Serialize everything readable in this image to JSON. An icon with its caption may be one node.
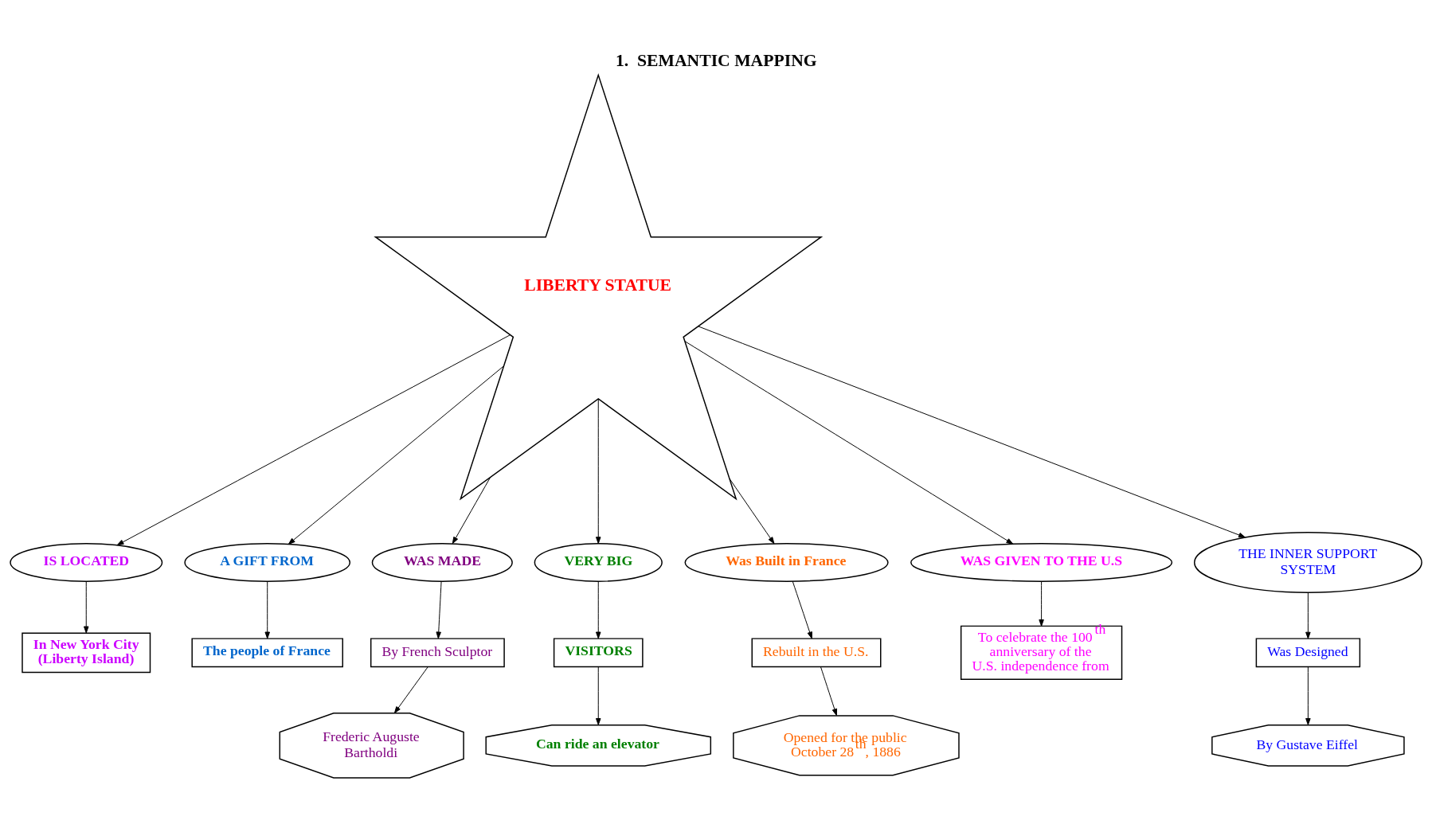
{
  "diagram": {
    "title": "1.  SEMANTIC MAPPING",
    "nodes": [
      {
        "text": [
          "LIBERTY STATUE"
        ]
      },
      {
        "text": [
          "IS LOCATED"
        ]
      },
      {
        "text": [
          "In New York City (Liberty Island)"
        ]
      },
      {
        "text": [
          "A GIFT FROM"
        ]
      },
      {
        "text": [
          "The people of France"
        ]
      },
      {
        "text": [
          "WAS MADE"
        ]
      },
      {
        "text": [
          "By French Sculptor"
        ]
      },
      {
        "text": [
          "Frederic Auguste Bartholdi"
        ]
      },
      {
        "text": [
          "VERY BIG"
        ]
      },
      {
        "text": [
          "VISITORS"
        ]
      },
      {
        "text": [
          "Can ride an elevator"
        ]
      },
      {
        "text": [
          "Was Built in France"
        ]
      },
      {
        "text": [
          "Rebuilt in the U.S."
        ]
      },
      {
        "text": [
          "Opened for the public October 28$^{th}$, 1886"
        ]
      },
      {
        "text": [
          "WAS GIVEN TO THE U.S"
        ]
      },
      {
        "text": [
          "To celebrate the 100$^{th}$ anniversary of the U.S. independence from"
        ]
      },
      {
        "text": [
          "THE INNER SUPPORT SYSTEM"
        ]
      },
      {
        "text": [
          "Was Designed"
        ]
      },
      {
        "text": [
          "By Gustave Eiffel"
        ]
      }
    ],
    "edges": [
      {
        "from": 1,
        "to": 2,
        "arrow": "to"
      },
      {
        "from": 3,
        "to": 4,
        "arrow": "to"
      },
      {
        "from": 6,
        "to": 7,
        "arrow": "to"
      },
      {
        "from": 5,
        "to": 6,
        "arrow": "to"
      },
      {
        "from": 0,
        "to": 1,
        "arrow": "to"
      },
      {
        "from": 0,
        "to": 3,
        "arrow": "to"
      },
      {
        "from": 0,
        "to": 8,
        "arrow": "to"
      },
      {
        "from": 0,
        "to": 5,
        "arrow": "to"
      },
      {
        "from": 0,
        "to": 16,
        "arrow": "to"
      },
      {
        "from": 8,
        "to": 9,
        "arrow": "to"
      },
      {
        "from": 9,
        "to": 10,
        "arrow": "to"
      },
      {
        "from": 0,
        "to": 11,
        "arrow": "to"
      },
      {
        "from": 11,
        "to": 12,
        "arrow": "to"
      },
      {
        "from": 12,
        "to": 13,
        "arrow": "to"
      },
      {
        "from": 0,
        "to": 14,
        "arrow": "to"
      },
      {
        "from": 14,
        "to": 15,
        "arrow": "to"
      },
      {
        "from": 16,
        "to": 17,
        "arrow": "to"
      },
      {
        "from": 17,
        "to": 18,
        "arrow": "to"
      }
    ]
  }
}
